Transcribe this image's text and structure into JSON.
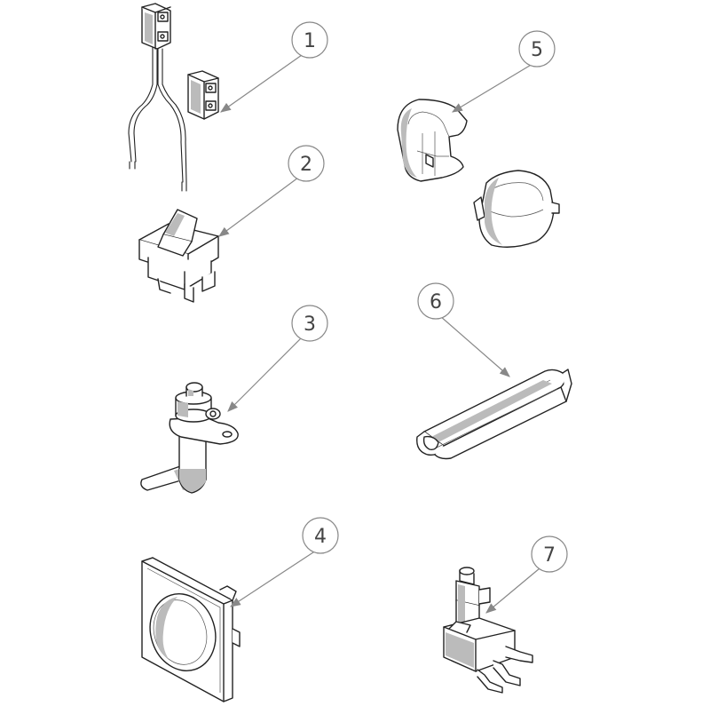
{
  "callouts": [
    {
      "id": "1",
      "label": "1"
    },
    {
      "id": "2",
      "label": "2"
    },
    {
      "id": "3",
      "label": "3"
    },
    {
      "id": "4",
      "label": "4"
    },
    {
      "id": "5",
      "label": "5"
    },
    {
      "id": "6",
      "label": "6"
    },
    {
      "id": "7",
      "label": "7"
    }
  ],
  "parts": [
    {
      "callout": "1",
      "icon": "magnetic-reed-switch-icon"
    },
    {
      "callout": "2",
      "icon": "rocker-switch-icon"
    },
    {
      "callout": "3",
      "icon": "plunger-switch-icon"
    },
    {
      "callout": "4",
      "icon": "square-push-button-icon"
    },
    {
      "callout": "5",
      "icon": "cap-plug-icon"
    },
    {
      "callout": "6",
      "icon": "profile-strip-icon"
    },
    {
      "callout": "7",
      "icon": "micro-switch-icon"
    }
  ]
}
